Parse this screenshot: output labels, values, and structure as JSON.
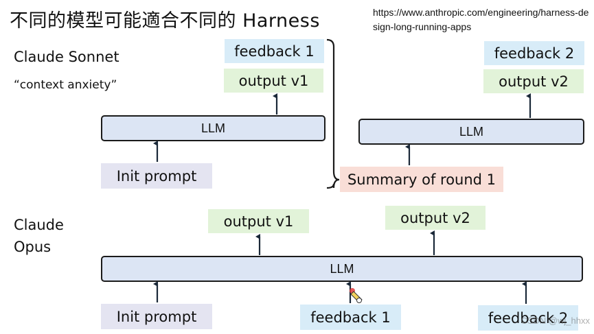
{
  "title": "不同的模型可能適合不同的 Harness",
  "url": "https://www.anthropic.com/engineering/harness-design-long-running-apps",
  "sonnet": {
    "name": "Claude Sonnet",
    "note": "“context anxiety”",
    "round1": {
      "feedback": "feedback 1",
      "output": "output v1",
      "llm": "LLM",
      "input": "Init prompt"
    },
    "round2": {
      "feedback": "feedback 2",
      "output": "output v2",
      "llm": "LLM",
      "input": "Summary of round 1"
    }
  },
  "opus": {
    "name_line1": "Claude",
    "name_line2": "Opus",
    "llm": "LLM",
    "output1": "output v1",
    "output2": "output v2",
    "input1": "Init prompt",
    "input2": "feedback 1",
    "input3": "feedback 2"
  },
  "watermark": "CSDN @wj_hhxx",
  "colors": {
    "output": "#e2f3d9",
    "feedback": "#d8ecf8",
    "prompt": "#e4e4f1",
    "summary": "#f9ded7",
    "llm": "#dce5f4"
  }
}
